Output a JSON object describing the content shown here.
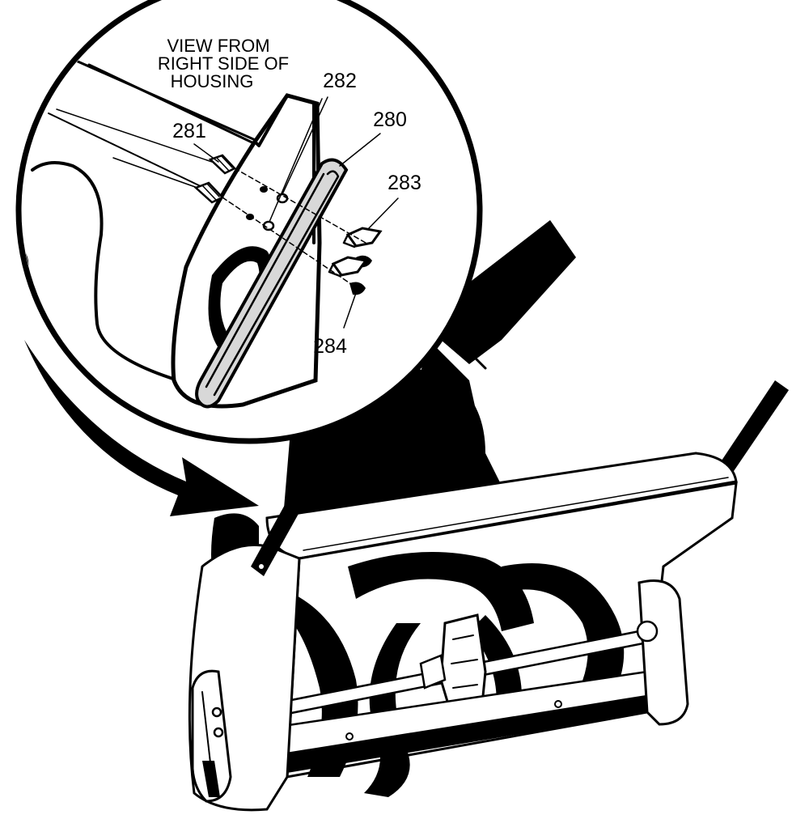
{
  "view_label": {
    "lines": [
      "VIEW FROM",
      "RIGHT SIDE OF",
      "HOUSING"
    ]
  },
  "callouts": {
    "part_280": "280",
    "part_281": "281",
    "part_282": "282",
    "part_283": "283",
    "part_284": "284"
  },
  "colors": {
    "ink": "#000000",
    "paper": "#ffffff",
    "shoe_fill": "#d8d8d8"
  }
}
